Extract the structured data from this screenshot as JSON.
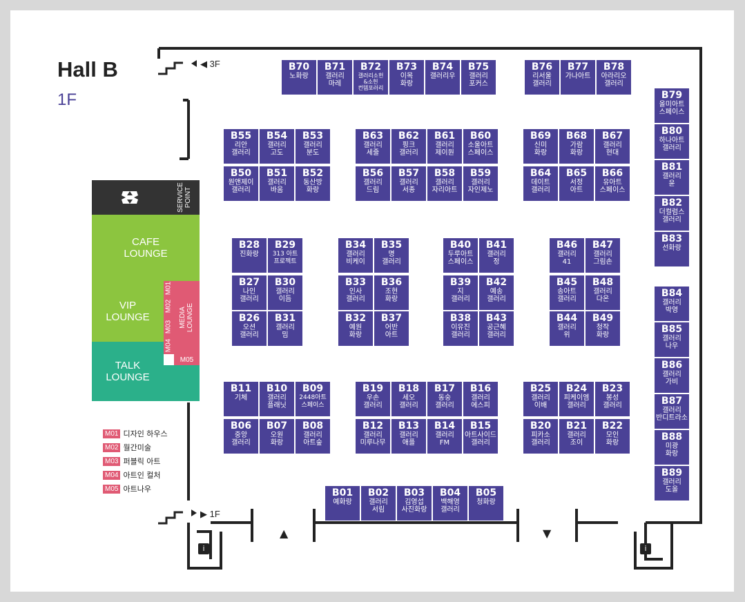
{
  "hall": {
    "title": "Hall B",
    "floor": "1F"
  },
  "stairs": {
    "up": "◀ 3F",
    "down": "▶ 1F"
  },
  "service_point": "SERVICE\nPOINT",
  "lounges": {
    "cafe": "CAFE\nLOUNGE",
    "vip": "VIP\nLOUNGE",
    "media": "MEDIA\nLOUNGE",
    "talk": "TALK\nLOUNGE",
    "m01": "M01",
    "m02": "M02",
    "m03": "M03",
    "m04": "M04",
    "m05": "M05"
  },
  "legend": [
    {
      "code": "M01",
      "name": "디자인 하우스"
    },
    {
      "code": "M02",
      "name": "월간미술"
    },
    {
      "code": "M03",
      "name": "퍼블릭 아트"
    },
    {
      "code": "M04",
      "name": "아트인 컬처"
    },
    {
      "code": "M05",
      "name": "아트나우"
    }
  ],
  "booths": [
    {
      "code": "B70",
      "name": "노화랑"
    },
    {
      "code": "B71",
      "name": "갤러리\n마레"
    },
    {
      "code": "B72",
      "name": "갤러리소헌\n&소헌\n컨템포러리"
    },
    {
      "code": "B73",
      "name": "이목\n화랑"
    },
    {
      "code": "B74",
      "name": "갤러리우"
    },
    {
      "code": "B75",
      "name": "갤러리\n포커스"
    },
    {
      "code": "B76",
      "name": "리서울\n갤러리"
    },
    {
      "code": "B77",
      "name": "가나아트"
    },
    {
      "code": "B78",
      "name": "아라리오\n갤러리"
    },
    {
      "code": "B79",
      "name": "올미아트\n스페이스"
    },
    {
      "code": "B80",
      "name": "하나아트\n갤러리"
    },
    {
      "code": "B81",
      "name": "갤러리\n윤"
    },
    {
      "code": "B82",
      "name": "더컬럼스\n갤러리"
    },
    {
      "code": "B83",
      "name": "선화랑"
    },
    {
      "code": "B84",
      "name": "갤러리\n박영"
    },
    {
      "code": "B85",
      "name": "갤러리\n나우"
    },
    {
      "code": "B86",
      "name": "갤러리\n가비"
    },
    {
      "code": "B87",
      "name": "갤러리\n반디트라소"
    },
    {
      "code": "B88",
      "name": "미광\n화랑"
    },
    {
      "code": "B89",
      "name": "갤러리\n도올"
    },
    {
      "code": "B55",
      "name": "리안\n갤러리"
    },
    {
      "code": "B54",
      "name": "갤러리\n고도"
    },
    {
      "code": "B53",
      "name": "갤러리\n분도"
    },
    {
      "code": "B50",
      "name": "원앤제이\n갤러리"
    },
    {
      "code": "B51",
      "name": "갤러리\n바움"
    },
    {
      "code": "B52",
      "name": "동산방\n화랑"
    },
    {
      "code": "B63",
      "name": "갤러리\n세줄"
    },
    {
      "code": "B62",
      "name": "핑크\n갤러리"
    },
    {
      "code": "B61",
      "name": "갤러리\n제이원"
    },
    {
      "code": "B60",
      "name": "소울아트\n스페이스"
    },
    {
      "code": "B56",
      "name": "갤러리\n드림"
    },
    {
      "code": "B57",
      "name": "갤러리\n서종"
    },
    {
      "code": "B58",
      "name": "갤러리\n자리아트"
    },
    {
      "code": "B59",
      "name": "갤러리\n자인제노"
    },
    {
      "code": "B69",
      "name": "신미\n화랑"
    },
    {
      "code": "B68",
      "name": "가람\n화랑"
    },
    {
      "code": "B67",
      "name": "갤러리\n현대"
    },
    {
      "code": "B64",
      "name": "데이트\n갤러리"
    },
    {
      "code": "B65",
      "name": "서정\n아트"
    },
    {
      "code": "B66",
      "name": "유아트\n스페이스"
    },
    {
      "code": "B28",
      "name": "진화랑"
    },
    {
      "code": "B29",
      "name": "313 아트\n프로젝트"
    },
    {
      "code": "B27",
      "name": "나인\n갤러리"
    },
    {
      "code": "B30",
      "name": "갤러리\n이듬"
    },
    {
      "code": "B26",
      "name": "오션\n갤러리"
    },
    {
      "code": "B31",
      "name": "갤러리\n밈"
    },
    {
      "code": "B34",
      "name": "갤러리\n비케이"
    },
    {
      "code": "B35",
      "name": "명\n갤러리"
    },
    {
      "code": "B33",
      "name": "인사\n갤러리"
    },
    {
      "code": "B36",
      "name": "조현\n화랑"
    },
    {
      "code": "B32",
      "name": "예원\n화랑"
    },
    {
      "code": "B37",
      "name": "어반\n아트"
    },
    {
      "code": "B40",
      "name": "두루아트\n스페이스"
    },
    {
      "code": "B41",
      "name": "갤러리\n정"
    },
    {
      "code": "B39",
      "name": "지\n갤러리"
    },
    {
      "code": "B42",
      "name": "예송\n갤러리"
    },
    {
      "code": "B38",
      "name": "이유진\n갤러리"
    },
    {
      "code": "B43",
      "name": "공근혜\n갤러리"
    },
    {
      "code": "B46",
      "name": "갤러리\n41"
    },
    {
      "code": "B47",
      "name": "갤러리\n그림손"
    },
    {
      "code": "B45",
      "name": "송아트\n갤러리"
    },
    {
      "code": "B48",
      "name": "갤러리\n다온"
    },
    {
      "code": "B44",
      "name": "갤러리\n위"
    },
    {
      "code": "B49",
      "name": "청작\n화랑"
    },
    {
      "code": "B11",
      "name": "기체"
    },
    {
      "code": "B10",
      "name": "갤러리\n플래닛"
    },
    {
      "code": "B09",
      "name": "2448아트\n스페이스"
    },
    {
      "code": "B06",
      "name": "중앙\n갤러리"
    },
    {
      "code": "B07",
      "name": "오원\n화랑"
    },
    {
      "code": "B08",
      "name": "갤러리\n아트숲"
    },
    {
      "code": "B19",
      "name": "우손\n갤러리"
    },
    {
      "code": "B18",
      "name": "세오\n갤러리"
    },
    {
      "code": "B17",
      "name": "동숭\n갤러리"
    },
    {
      "code": "B16",
      "name": "갤러리\n에스피"
    },
    {
      "code": "B12",
      "name": "갤러리\n미루나무"
    },
    {
      "code": "B13",
      "name": "갤러리\n애플"
    },
    {
      "code": "B14",
      "name": "갤러리\nFM"
    },
    {
      "code": "B15",
      "name": "아트사이드\n갤러리"
    },
    {
      "code": "B25",
      "name": "갤러리\n이배"
    },
    {
      "code": "B24",
      "name": "피케이엠\n갤러리"
    },
    {
      "code": "B23",
      "name": "봉성\n갤러리"
    },
    {
      "code": "B20",
      "name": "피카소\n갤러리"
    },
    {
      "code": "B21",
      "name": "갤러리\n조이"
    },
    {
      "code": "B22",
      "name": "모인\n화랑"
    },
    {
      "code": "B01",
      "name": "예화랑"
    },
    {
      "code": "B02",
      "name": "갤러리\n서림"
    },
    {
      "code": "B03",
      "name": "김영섭\n사진화랑"
    },
    {
      "code": "B04",
      "name": "백해영\n갤러리"
    },
    {
      "code": "B05",
      "name": "청화랑"
    }
  ]
}
